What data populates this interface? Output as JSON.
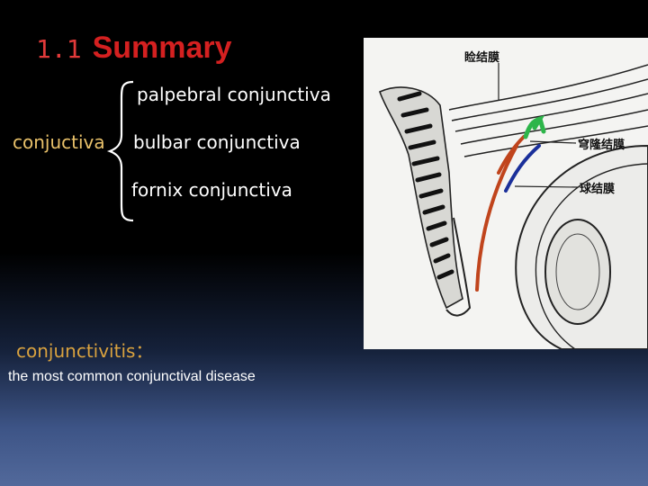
{
  "title": {
    "number": "1.1",
    "text": "Summary"
  },
  "classification": {
    "root": "conjuctiva",
    "items": [
      "palpebral conjunctiva",
      "bulbar conjunctiva",
      "fornix conjunctiva"
    ]
  },
  "disease": {
    "heading": "conjunctivitis：",
    "description": "the most common conjunctival disease"
  },
  "figure": {
    "labels": {
      "palpebral": "睑结膜",
      "fornix": "穹隆结膜",
      "bulbar": "球结膜"
    },
    "highlight_colors": {
      "palpebral": "#2db54a",
      "fornix": "#c0441c",
      "bulbar": "#1a2f9a"
    }
  },
  "colors": {
    "title": "#d42020",
    "accent": "#d9a23f",
    "text": "#ffffff"
  }
}
